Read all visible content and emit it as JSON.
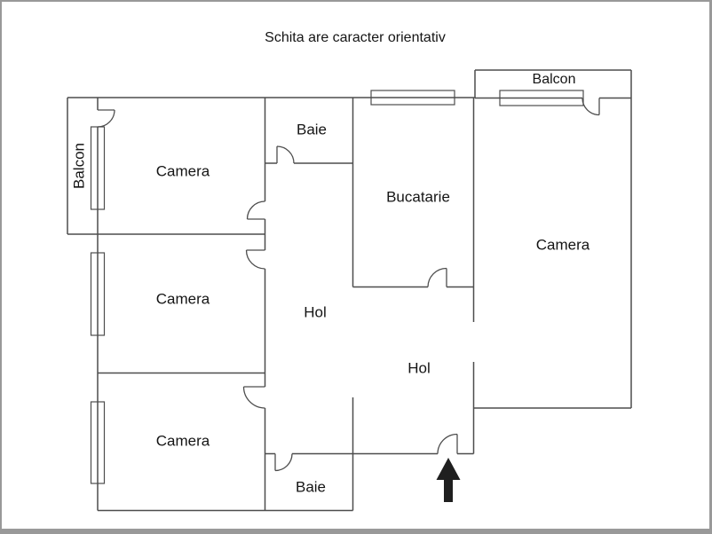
{
  "title": "Schita are caracter orientativ",
  "colors": {
    "wall": "#4d4d4d",
    "page_border": "#999999",
    "text": "#151515",
    "arrow": "#1f1f1f"
  },
  "rooms": {
    "balcon_left": "Balcon",
    "camera_top_left": "Camera",
    "baie_top": "Baie",
    "bucatarie": "Bucatarie",
    "balcon_top_right": "Balcon",
    "camera_right": "Camera",
    "camera_middle_left": "Camera",
    "hol_upper": "Hol",
    "hol_lower": "Hol",
    "camera_bottom_left": "Camera",
    "baie_bottom": "Baie"
  },
  "entrance": {
    "symbol": "up-arrow",
    "meaning": "entrance"
  }
}
